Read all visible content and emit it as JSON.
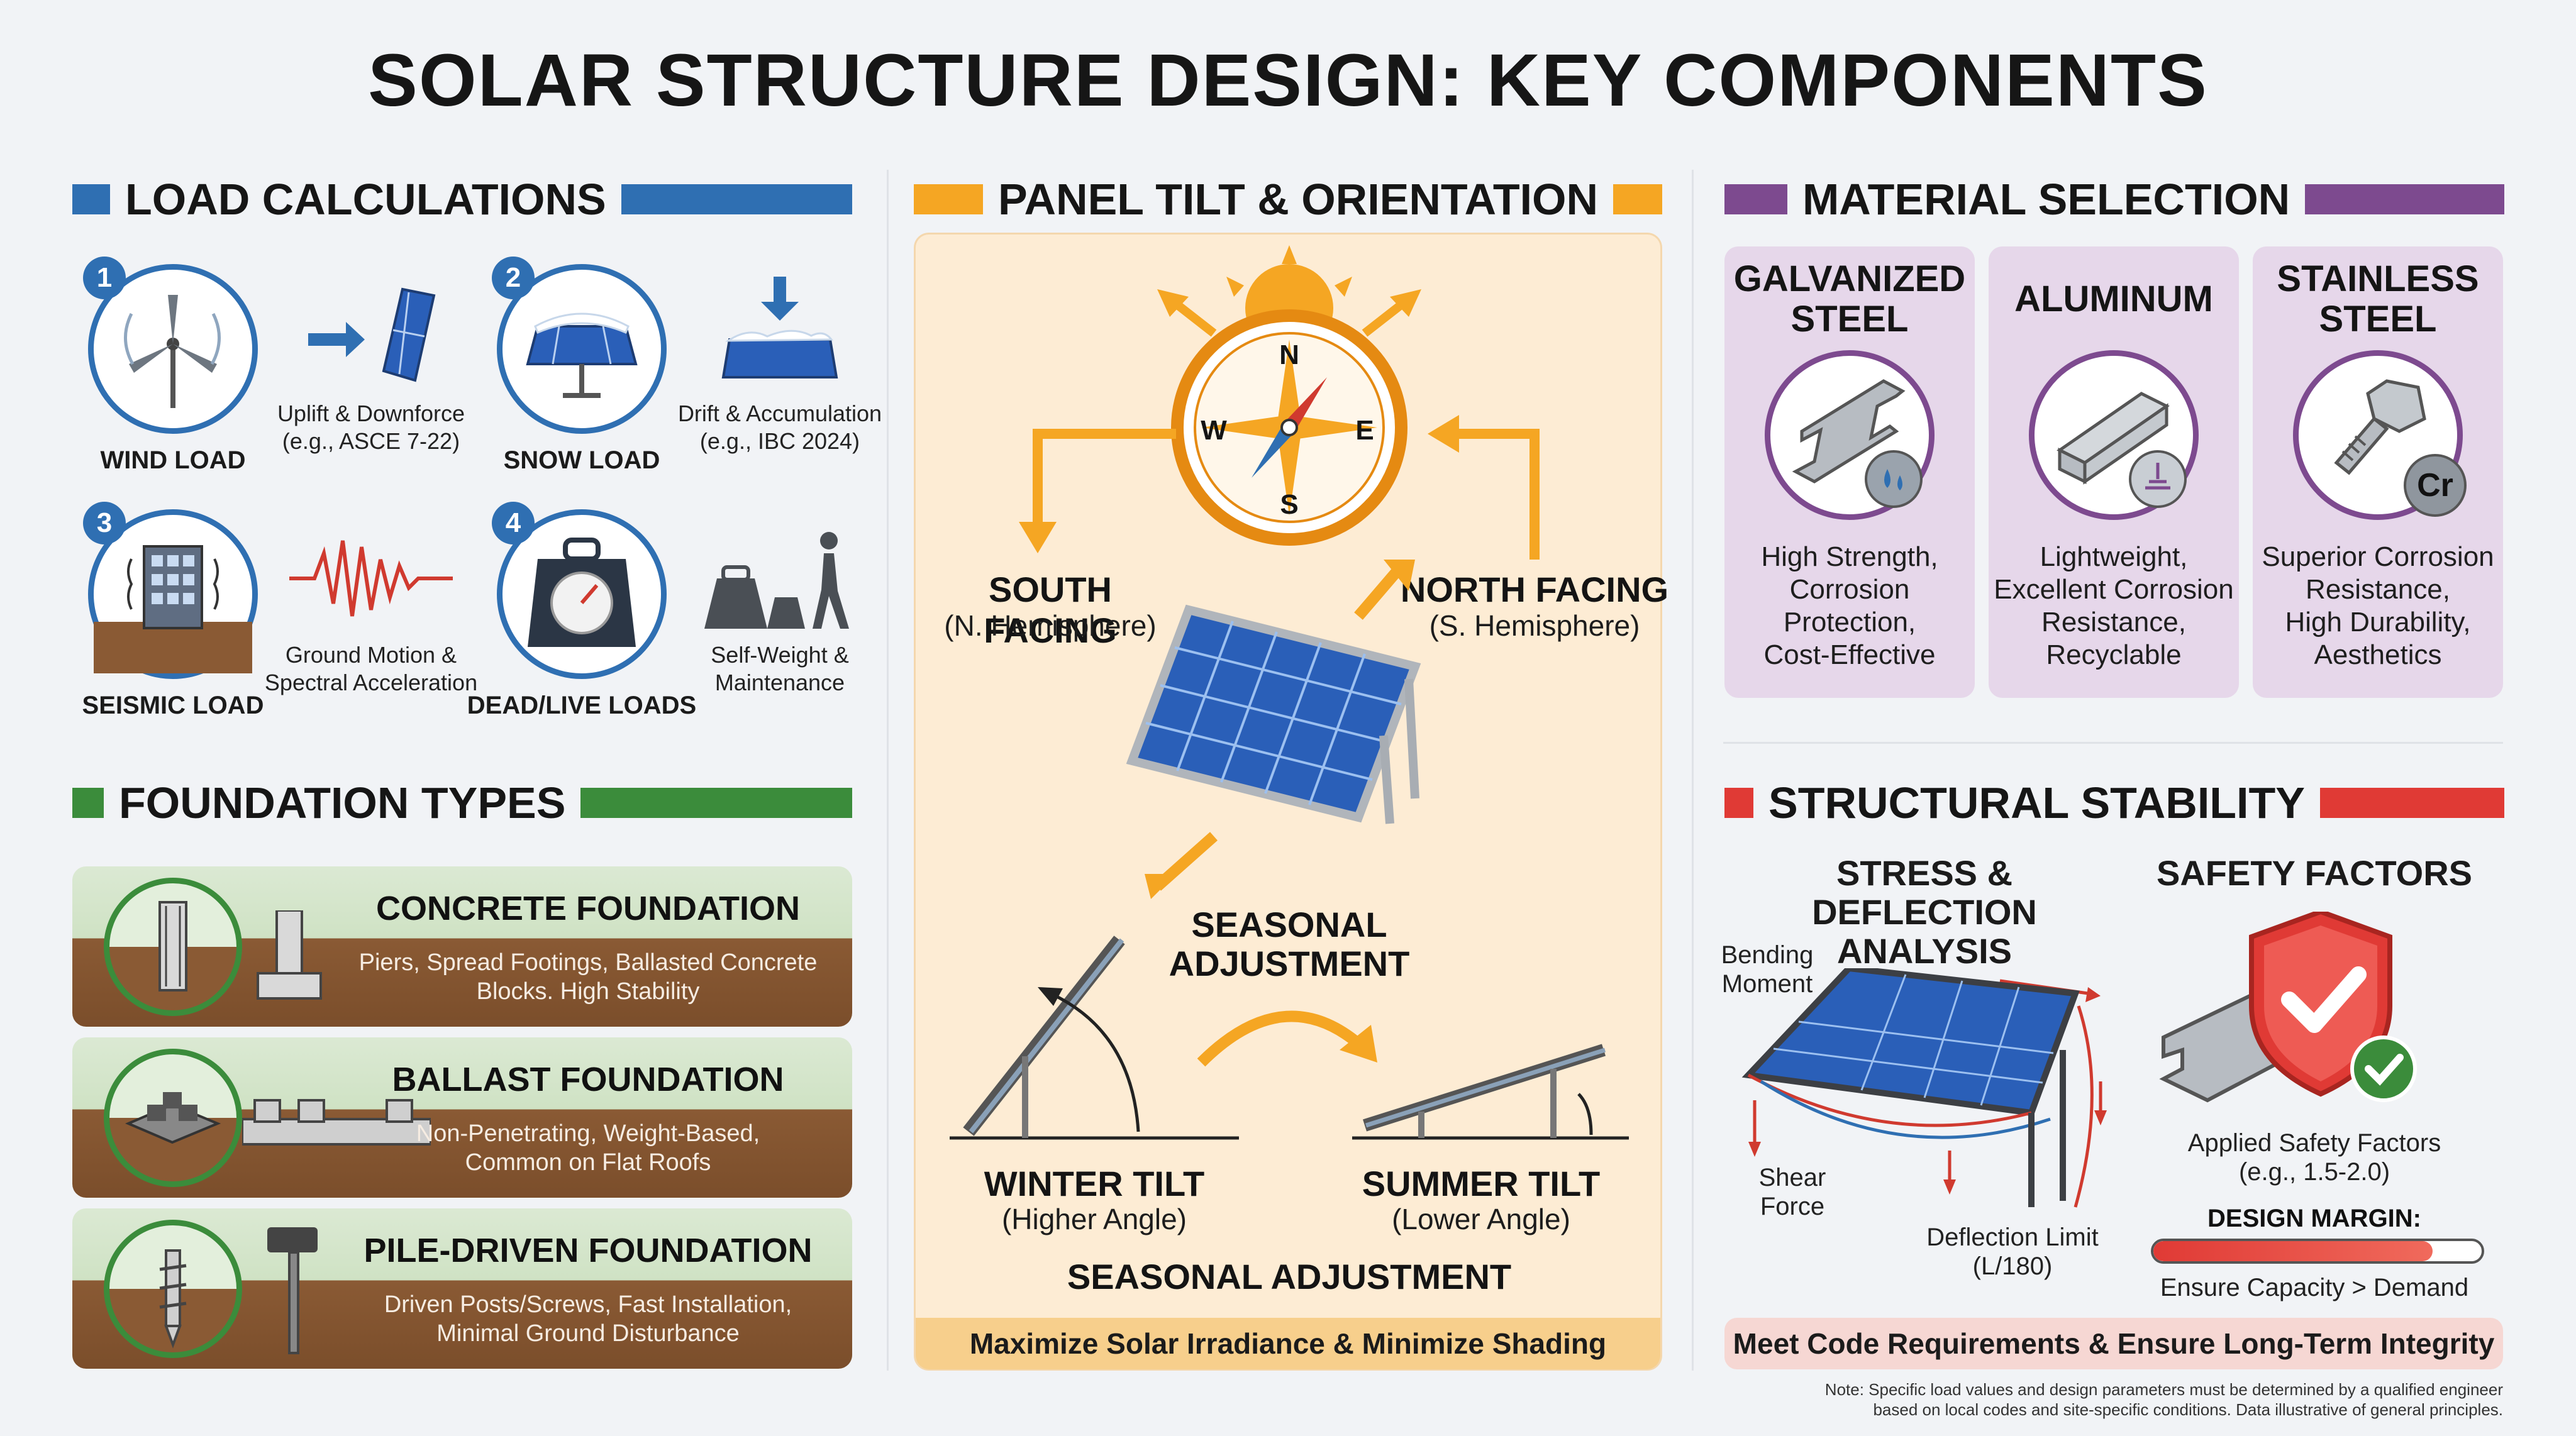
{
  "title": "SOLAR STRUCTURE DESIGN: KEY COMPONENTS",
  "colors": {
    "blue": "#2f6fb2",
    "green": "#3b8c3b",
    "orange": "#f5a623",
    "purple": "#7d4a8f",
    "red": "#e03a35",
    "panel_blue": "#2a5fb8"
  },
  "load_calculations": {
    "heading": "LOAD CALCULATIONS",
    "items": [
      {
        "number": "1",
        "label": "WIND LOAD",
        "icon": "wind-turbine-icon",
        "detail_icon": "uplift-arrow-panel-icon",
        "detail": [
          "Uplift & Downforce",
          "(e.g., ASCE 7-22)"
        ]
      },
      {
        "number": "2",
        "label": "SNOW LOAD",
        "icon": "snow-panel-icon",
        "detail_icon": "snow-drift-icon",
        "detail": [
          "Drift & Accumulation",
          "(e.g., IBC 2024)"
        ]
      },
      {
        "number": "3",
        "label": "SEISMIC LOAD",
        "icon": "building-shaking-icon",
        "detail_icon": "seismograph-icon",
        "detail": [
          "Ground Motion &",
          "Spectral Acceleration"
        ]
      },
      {
        "number": "4",
        "label": "DEAD/LIVE LOADS",
        "icon": "weight-scale-icon",
        "detail_icon": "weights-person-icon",
        "detail": [
          "Self-Weight &",
          "Maintenance"
        ]
      }
    ]
  },
  "foundation_types": {
    "heading": "FOUNDATION TYPES",
    "items": [
      {
        "title": "CONCRETE FOUNDATION",
        "icon": "concrete-pier-icon",
        "desc": [
          "Piers, Spread Footings, Ballasted Concrete",
          "Blocks. High Stability"
        ]
      },
      {
        "title": "BALLAST FOUNDATION",
        "icon": "ballast-blocks-icon",
        "desc": [
          "Non-Penetrating, Weight-Based,",
          "Common on Flat Roofs"
        ]
      },
      {
        "title": "PILE-DRIVEN FOUNDATION",
        "icon": "pile-driver-icon",
        "desc": [
          "Driven Posts/Screws, Fast Installation,",
          "Minimal Ground Disturbance"
        ]
      }
    ]
  },
  "panel_tilt": {
    "heading": "PANEL TILT & ORIENTATION",
    "compass": {
      "n": "N",
      "s": "S",
      "e": "E",
      "w": "W"
    },
    "south": {
      "title": "SOUTH FACING",
      "sub": "(N. Hemisphere)"
    },
    "north": {
      "title": "NORTH FACING",
      "sub": "(S. Hemisphere)"
    },
    "seasonal": [
      "SEASONAL",
      "ADJUSTMENT"
    ],
    "winter": {
      "title": "WINTER TILT",
      "sub": "(Higher Angle)"
    },
    "summer": {
      "title": "SUMMER TILT",
      "sub": "(Lower Angle)"
    },
    "seasonal_bottom": "SEASONAL ADJUSTMENT",
    "footer": "Maximize Solar Irradiance & Minimize Shading"
  },
  "material_selection": {
    "heading": "MATERIAL SELECTION",
    "items": [
      {
        "title": [
          "GALVANIZED",
          "STEEL"
        ],
        "icon": "i-beam-water-drop-icon",
        "desc": [
          "High Strength,",
          "Corrosion",
          "Protection,",
          "Cost-Effective"
        ]
      },
      {
        "title": [
          "ALUMINUM"
        ],
        "icon": "aluminum-channel-icon",
        "desc": [
          "Lightweight,",
          "Excellent Corrosion",
          "Resistance,",
          "Recyclable"
        ]
      },
      {
        "title": [
          "STAINLESS",
          "STEEL"
        ],
        "icon": "bolt-chromium-icon",
        "badge": "Cr",
        "desc": [
          "Superior Corrosion",
          "Resistance,",
          "High Durability,",
          "Aesthetics"
        ]
      }
    ]
  },
  "structural_stability": {
    "heading": "STRUCTURAL STABILITY",
    "stress": {
      "title": [
        "STRESS & DEFLECTION",
        "ANALYSIS"
      ],
      "bending": [
        "Bending",
        "Moment"
      ],
      "shear": [
        "Shear",
        "Force"
      ],
      "deflection": [
        "Deflection Limit",
        "(L/180)"
      ]
    },
    "safety": {
      "title": "SAFETY FACTORS",
      "applied": [
        "Applied Safety Factors",
        "(e.g., 1.5-2.0)"
      ],
      "margin_label": "DESIGN MARGIN:",
      "margin_fill": 0.85,
      "capacity": "Ensure Capacity > Demand"
    },
    "footer": "Meet Code Requirements & Ensure Long-Term Integrity"
  },
  "note": [
    "Note: Specific load values and design parameters must be determined by a qualified engineer",
    "based on local codes and site-specific conditions. Data illustrative of general principles."
  ]
}
